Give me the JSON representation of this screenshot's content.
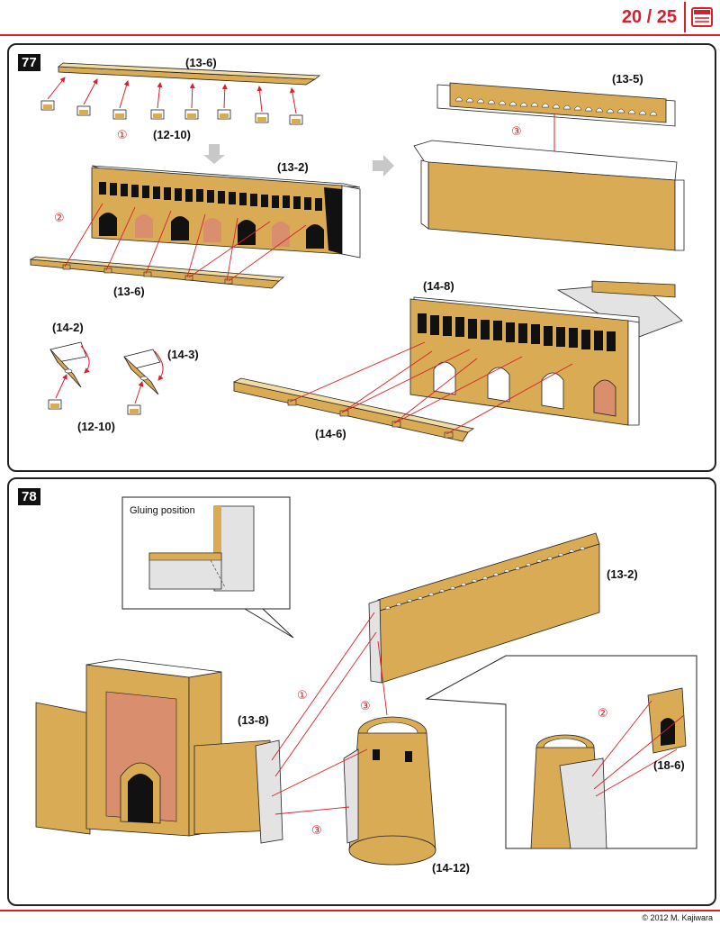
{
  "header": {
    "page_number": "20 / 25"
  },
  "colors": {
    "accent": "#d8202c",
    "wall": "#d9ab55",
    "wall_dark": "#b98a38",
    "stone_rose": "#d98e6e",
    "side_grey": "#e3e3e3"
  },
  "icons": {
    "menu": "book-icon"
  },
  "step77": {
    "badge": "77",
    "labels": {
      "l13_6_top": "(13-6)",
      "l12_10_top": "(12-10)",
      "l13_2": "(13-2)",
      "l13_6_bottom": "(13-6)",
      "l13_5": "(13-5)",
      "l14_8": "(14-8)",
      "l14_2": "(14-2)",
      "l14_3": "(14-3)",
      "l12_10_bottom": "(12-10)",
      "l14_6": "(14-6)"
    },
    "markers": {
      "m1": "①",
      "m2": "②",
      "m3": "③"
    }
  },
  "step78": {
    "badge": "78",
    "inset_title": "Gluing position",
    "labels": {
      "l13_2": "(13-2)",
      "l13_8": "(13-8)",
      "l14_12": "(14-12)",
      "l18_6": "(18-6)"
    },
    "markers": {
      "m1": "①",
      "m3a": "③",
      "m3b": "③",
      "m2": "②"
    }
  },
  "footer": {
    "copyright": "© 2012 M. Kajiwara"
  }
}
